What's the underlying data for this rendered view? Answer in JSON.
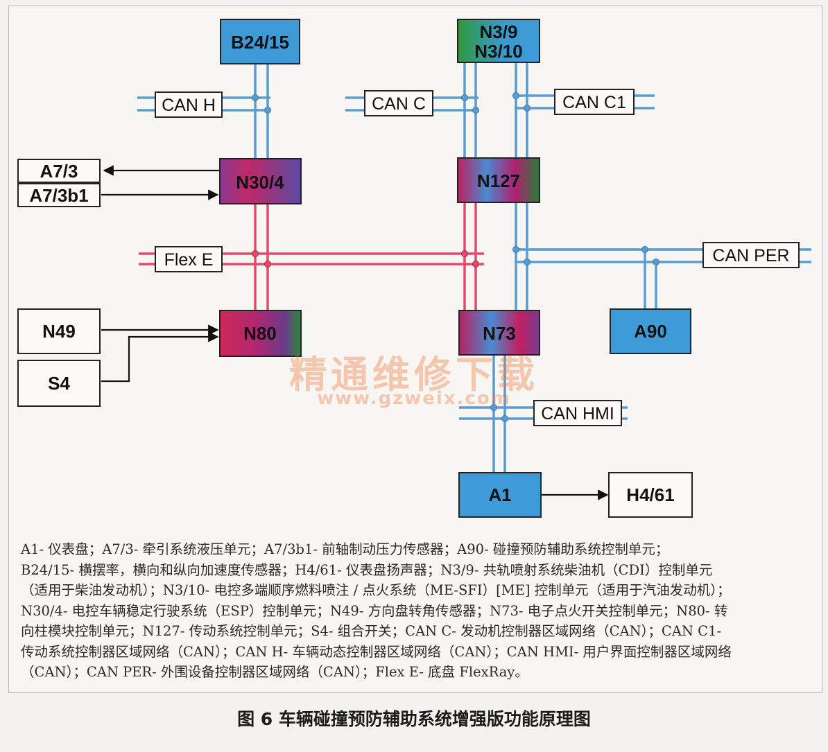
{
  "nodes": {
    "b24_15": "B24/15",
    "n3_9": "N3/9",
    "n3_10": "N3/10",
    "n30_4": "N30/4",
    "n127": "N127",
    "a7_3": "A7/3",
    "a7_3b1": "A7/3b1",
    "n49": "N49",
    "s4": "S4",
    "n80": "N80",
    "n73": "N73",
    "a90": "A90",
    "a1": "A1",
    "h4_61": "H4/61"
  },
  "buses": {
    "can_h": "CAN H",
    "can_c": "CAN C",
    "can_c1": "CAN C1",
    "flex_e": "Flex E",
    "can_per": "CAN PER",
    "can_hmi": "CAN HMI"
  },
  "colors": {
    "can_line": "#5a9bd0",
    "flex_line": "#e24a6a",
    "box_blue": "#3f9ad8",
    "box_green": "#2e9a3a",
    "box_magenta": "#b0246a",
    "box_purple": "#6a3a9a"
  },
  "legend": "A1- 仪表盘；A7/3- 牵引系统液压单元；A7/3b1- 前轴制动压力传感器；A90- 碰撞预防辅助系统控制单元；\nB24/15- 横摆率，横向和纵向加速度传感器；H4/61- 仪表盘扬声器；N3/9- 共轨喷射系统柴油机（CDI）控制单元\n（适用于柴油发动机）；N3/10- 电控多端顺序燃料喷注 / 点火系统（ME-SFI）[ME] 控制单元（适用于汽油发动机）；\nN30/4- 电控车辆稳定行驶系统（ESP）控制单元；N49- 方向盘转角传感器；N73- 电子点火开关控制单元；N80- 转\n向柱模块控制单元；N127- 传动系统控制单元；S4- 组合开关；CAN C- 发动机控制器区域网络（CAN）；CAN C1-\n传动系统控制器区域网络（CAN）；CAN H- 车辆动态控制器区域网络（CAN）；CAN HMI- 用户界面控制器区域网络\n（CAN）；CAN PER- 外围设备控制器区域网络（CAN）；Flex E- 底盘 FlexRay。",
  "caption": "图 6 车辆碰撞预防辅助系统增强版功能原理图",
  "watermark": {
    "main": "精通维修下载",
    "url": "www.gzweix.com"
  }
}
